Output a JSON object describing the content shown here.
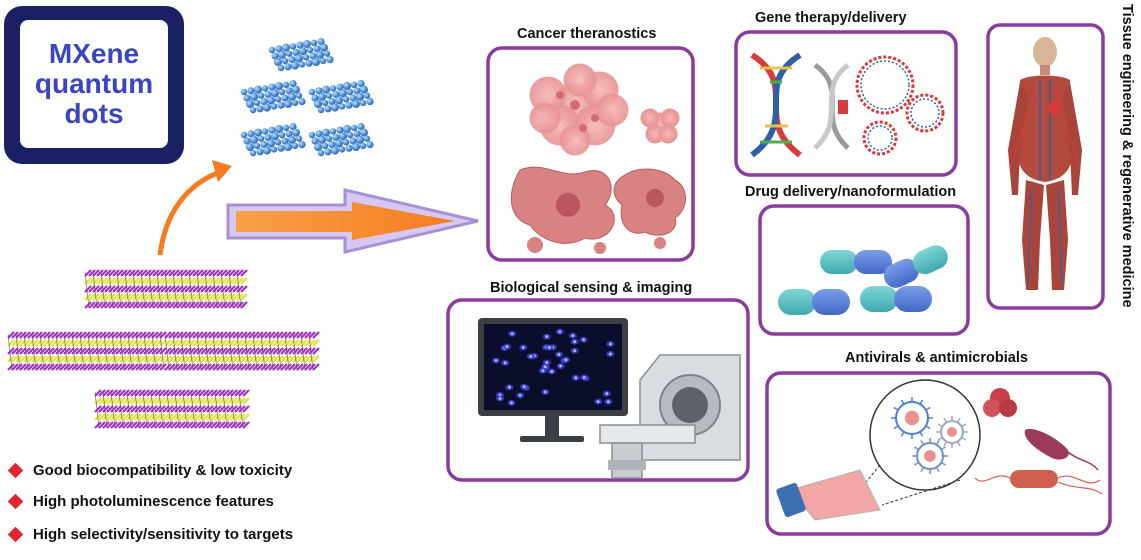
{
  "title": {
    "lines": [
      "MXene",
      "quantum",
      "dots"
    ]
  },
  "applications": {
    "cancer": "Cancer theranostics",
    "gene": "Gene therapy/delivery",
    "drug": "Drug delivery/nanoformulation",
    "tissue": "Tissue engineering & regenerative medicine",
    "sensing": "Biological sensing & imaging",
    "antiviral": "Antivirals & antimicrobials"
  },
  "features": [
    "Good biocompatibility & low toxicity",
    "High photoluminescence features",
    "High selectivity/sensitivity to targets"
  ],
  "colors": {
    "frame": "#8b3a9e",
    "title_dark": "#1b1f63",
    "title_text": "#3a45c4",
    "arrow": "#f57c1f",
    "arrow_outline": "#a98fd6",
    "bullet": "#e3262c",
    "layer_purple": "#a52fc6",
    "layer_yellow": "#e3e23a",
    "dot_blue": "#4d8fd6"
  }
}
